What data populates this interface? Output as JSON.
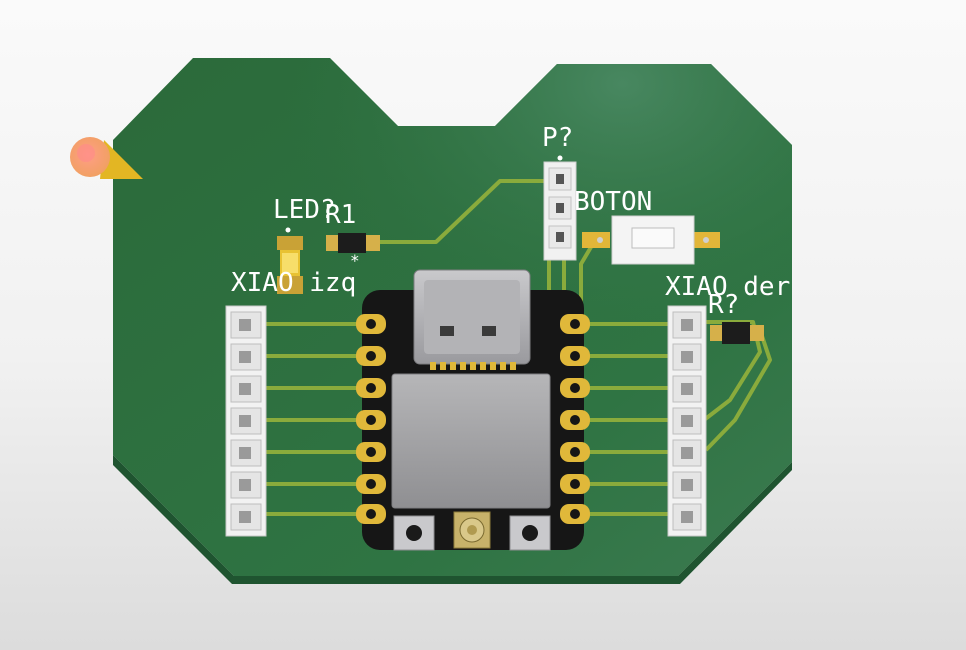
{
  "viewer": {
    "colors": {
      "board": "#2f7443",
      "trace": "#8aab3c",
      "pad_gold": "#e0b83a",
      "module_body": "#161616",
      "shield": "#a9a9ab",
      "silkscreen": "#ffffff",
      "origin_marker": "#f08a60"
    }
  },
  "labels": {
    "led": "LED?",
    "r1": "R1",
    "xiao_left": "XIAO izq",
    "p": "P?",
    "boton": "BOTON",
    "xiao_right": "XIAO der",
    "r_right": "R?"
  },
  "icons": {
    "origin": "origin-marker-icon"
  }
}
